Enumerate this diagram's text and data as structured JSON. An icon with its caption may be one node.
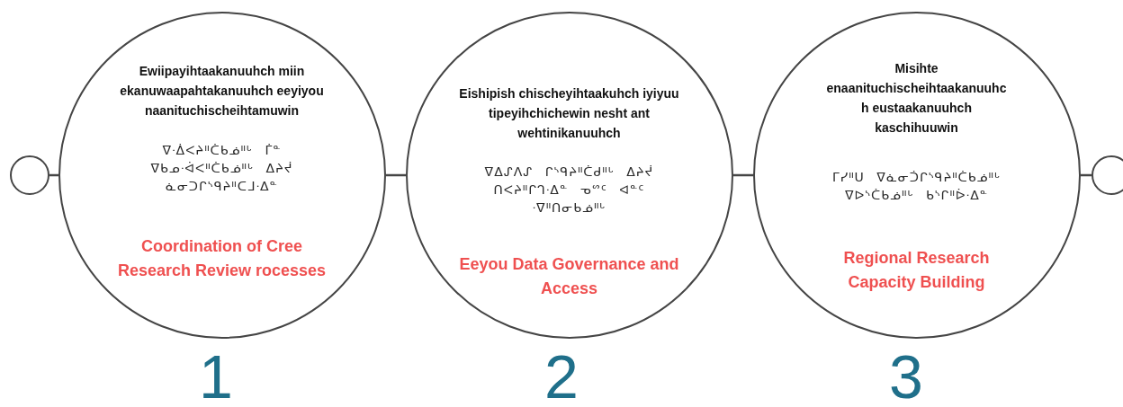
{
  "diagram": {
    "nodes": [
      {
        "text": [],
        "shape": "circle"
      },
      {
        "text": [
          "Ewiipayihtaakanuuhch miin ekanuwaapahtakanuuhch eeyiyou naanituchischeihtamuwin",
          "ᐁᐧᐄᐸᔨᐦᑖᑲᓅᐦᒡ ᒦᓐ ᐁᑲᓄᐧᐋᐸᐦᑖᑲᓅᐦᒡ ᐃᔨᔫ ᓈᓂᑐᒋᔅᑫᔨᐦᑕᒧᐧᐃᓐ",
          "Coordination of Cree Research Review rocesses"
        ],
        "beside": [
          "1"
        ]
      },
      {
        "text": [
          "Eishipish chischeyihtaakuhch iyiyuu tipeyihchichewin nesht ant wehtinikanuuhch",
          "ᐁᐃᔑᐱᔑ ᒋᔅᑫᔨᐦᑖᑯᐦᒡ ᐃᔨᔫ ᑎᐸᔨᐦᒋᒉᐧᐃᓐ ᓀᔥᑦ ᐊᓐᑦ ᐧᐁᐦᑎᓂᑲᓅᐦᒡ",
          "Eeyou Data Governance and Access"
        ],
        "beside": [
          "2"
        ]
      },
      {
        "text": [
          "Misihte enaanituchischeihtaakanuuhc h eustaakanuuhch kaschihuuwin",
          "ᒥᓯᐦᑌ ᐁᓈᓂᑑᒋᔅᑫᔨᐦᑖᑲᓅᐦᒡ ᐁᐅᔅᑖᑲᓅᐦᒡ ᑲᔅᒋᐦᐆᐧᐃᓐ",
          "Regional Research Capacity Building"
        ],
        "beside": [
          "3"
        ]
      },
      {
        "text": [],
        "shape": "circle"
      }
    ],
    "edges": [
      {
        "from": 0,
        "to": 1,
        "arrow": "none"
      },
      {
        "from": 1,
        "to": 2,
        "arrow": "none"
      },
      {
        "from": 2,
        "to": 3,
        "arrow": "none"
      },
      {
        "from": 3,
        "to": 4,
        "arrow": "none"
      }
    ]
  }
}
